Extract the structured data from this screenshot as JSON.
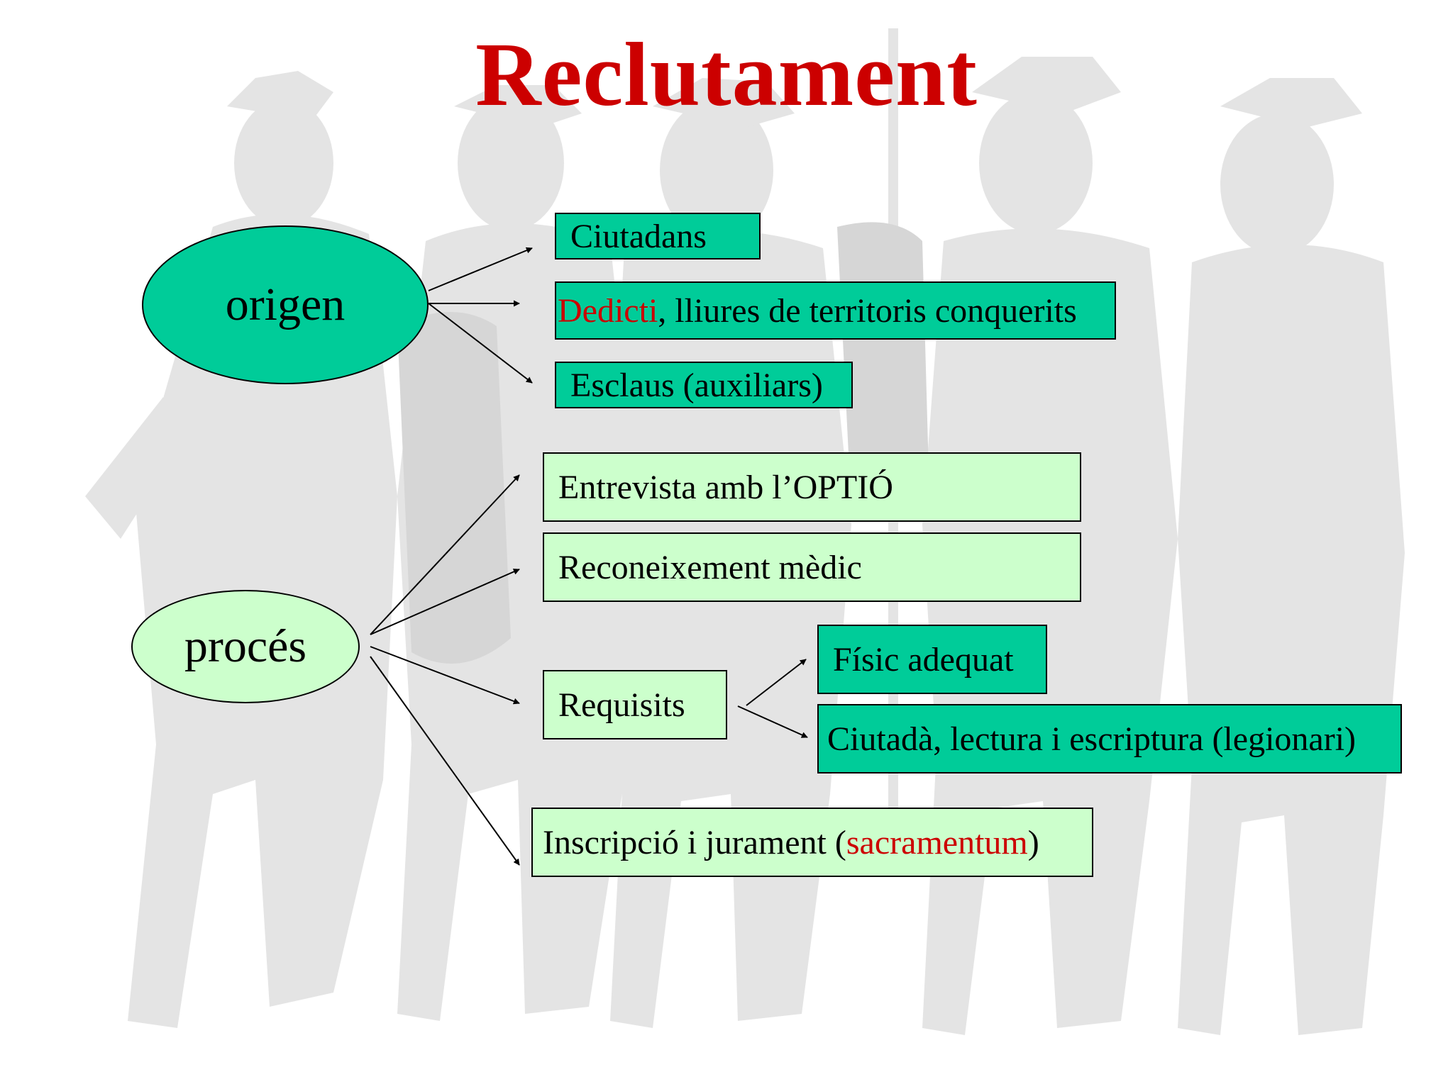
{
  "title": "Reclutament",
  "colors": {
    "title": "#cc0000",
    "dark_fill": "#00cc99",
    "light_fill": "#ccffcc",
    "highlight_text": "#cc0000"
  },
  "background": {
    "description_icon": "roman-soldiers-relief-watermark"
  },
  "nodes": {
    "origen": {
      "label": "origen",
      "children": {
        "ciutadans": "Ciutadans",
        "dedicti_red": "Dedicti",
        "dedicti_rest": ", lliures de territoris conquerits",
        "esclaus": "Esclaus (auxiliars)"
      }
    },
    "proces": {
      "label": "procés",
      "children": {
        "entrevista": "Entrevista amb l’OPTIÓ",
        "reconeixement": "Reconeixement mèdic",
        "requisits": {
          "label": "Requisits",
          "children": {
            "fisic": "Físic adequat",
            "ciutada": "Ciutadà, lectura i escriptura (legionari)"
          }
        },
        "inscripcio_pre": "Inscripció i jurament (",
        "inscripcio_red": "sacramentum",
        "inscripcio_post": ")"
      }
    }
  }
}
